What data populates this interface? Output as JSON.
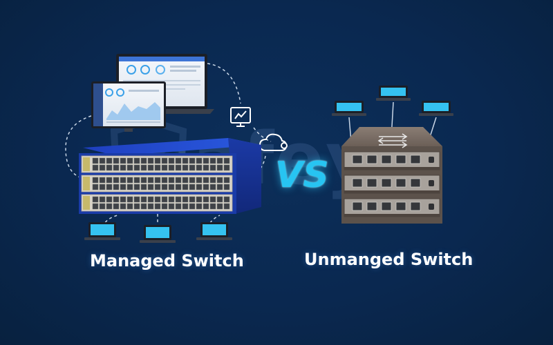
{
  "labels": {
    "vs": "VS",
    "watermark": "safeyo",
    "managed": "Managed Switch",
    "unmanaged": "Unmanged Switch"
  },
  "colors": {
    "background": "#0a2850",
    "accent_cyan": "#27c4f2",
    "managed_switch_body": "#1f4bc8",
    "unmanaged_switch_body": "#6e635c",
    "dashed_line": "#c9d6e6"
  },
  "icons": [
    "monitor-chart-icon",
    "cloud-gear-icon",
    "laptop-icon",
    "dashboard-monitor-icon"
  ],
  "managed_switch": {
    "units": 3,
    "port_rows_per_unit": 2,
    "ports_per_row": 20,
    "connected_devices": 3
  },
  "unmanaged_switch": {
    "units": 3,
    "ports_per_unit": 5,
    "connected_devices": 3
  }
}
